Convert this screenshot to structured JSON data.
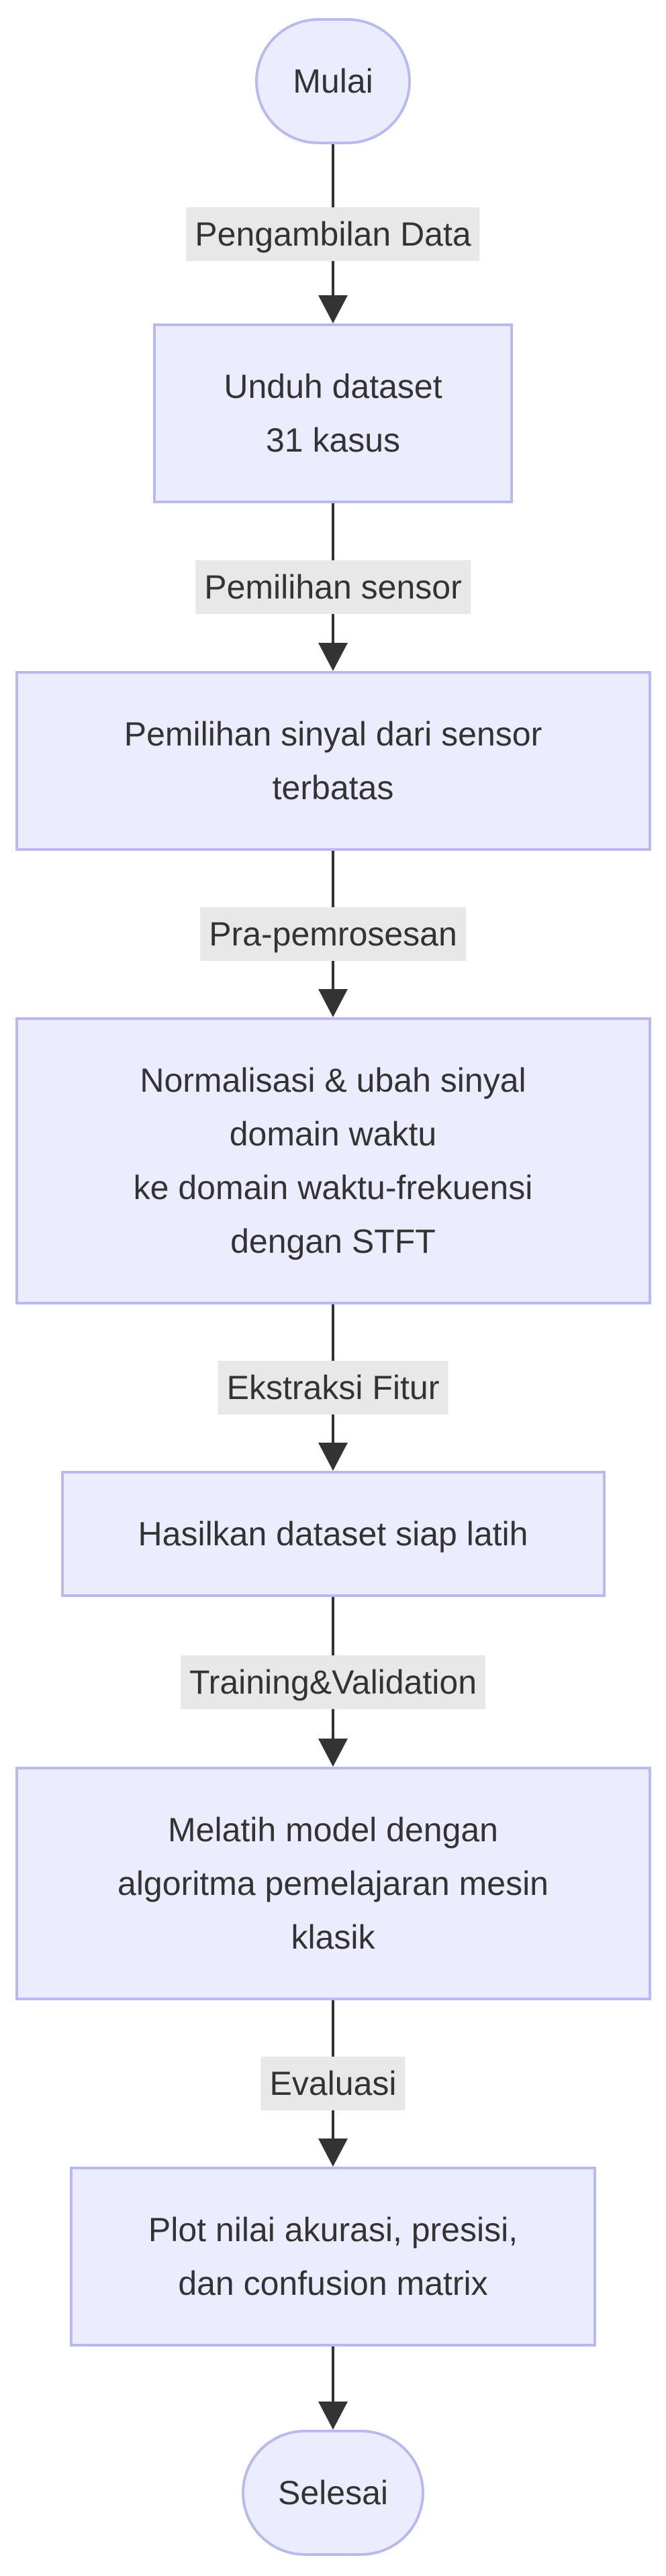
{
  "diagram": {
    "type": "flowchart-vertical",
    "direction": "top-down",
    "theme": {
      "node_fill": "#ECECFF",
      "node_border": "#B9B9EE",
      "edge_color": "#333333",
      "edge_label_bg": "#e8e8e8",
      "text_color": "#333333",
      "background": "#ffffff"
    },
    "nodes": {
      "start": {
        "shape": "stadium",
        "label": "Mulai"
      },
      "unduh": {
        "shape": "rect",
        "label": "Unduh dataset\n31 kasus"
      },
      "pemilihan": {
        "shape": "rect",
        "label": "Pemilihan sinyal dari sensor\nterbatas"
      },
      "normalisasi": {
        "shape": "rect",
        "label": "Normalisasi & ubah sinyal\ndomain waktu\nke domain waktu-frekuensi\ndengan STFT"
      },
      "hasilkan": {
        "shape": "rect",
        "label": "Hasilkan dataset siap latih"
      },
      "melatih": {
        "shape": "rect",
        "label": "Melatih model dengan\nalgoritma pemelajaran mesin\nklasik"
      },
      "plot": {
        "shape": "rect",
        "label": "Plot nilai akurasi, presisi,\ndan confusion matrix"
      },
      "end": {
        "shape": "stadium",
        "label": "Selesai"
      }
    },
    "edges": [
      {
        "from": "start",
        "to": "unduh",
        "label": "Pengambilan Data"
      },
      {
        "from": "unduh",
        "to": "pemilihan",
        "label": "Pemilihan sensor"
      },
      {
        "from": "pemilihan",
        "to": "normalisasi",
        "label": "Pra-pemrosesan"
      },
      {
        "from": "normalisasi",
        "to": "hasilkan",
        "label": "Ekstraksi Fitur"
      },
      {
        "from": "hasilkan",
        "to": "melatih",
        "label": "Training&Validation"
      },
      {
        "from": "melatih",
        "to": "plot",
        "label": "Evaluasi"
      },
      {
        "from": "plot",
        "to": "end",
        "label": ""
      }
    ]
  }
}
